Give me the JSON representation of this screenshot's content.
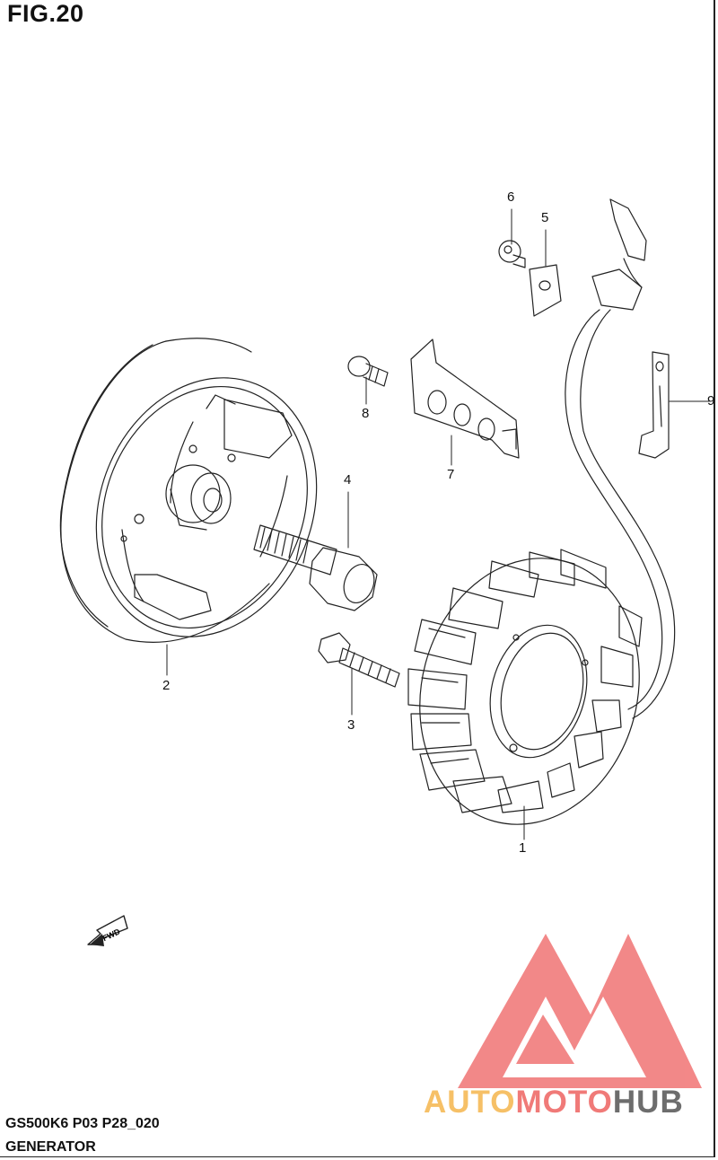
{
  "figure": {
    "title": "FIG.20"
  },
  "callouts": [
    {
      "id": "1",
      "label": "1"
    },
    {
      "id": "2",
      "label": "2"
    },
    {
      "id": "3",
      "label": "3"
    },
    {
      "id": "4",
      "label": "4"
    },
    {
      "id": "5",
      "label": "5"
    },
    {
      "id": "6",
      "label": "6"
    },
    {
      "id": "7",
      "label": "7"
    },
    {
      "id": "8",
      "label": "8"
    },
    {
      "id": "9",
      "label": "9"
    }
  ],
  "direction_marker": {
    "label": "FWD",
    "icon": "arrow-left-down-icon"
  },
  "footer": {
    "model_code": "GS500K6 P03 P28_020",
    "section_name": "GENERATOR"
  },
  "watermark": {
    "parts": [
      "AUTO",
      "MOTO",
      "HUB"
    ],
    "colors": {
      "auto": "#f6c067",
      "moto": "#f07a78",
      "hub": "#6d6d6d",
      "logo": "#f06e6e"
    }
  }
}
